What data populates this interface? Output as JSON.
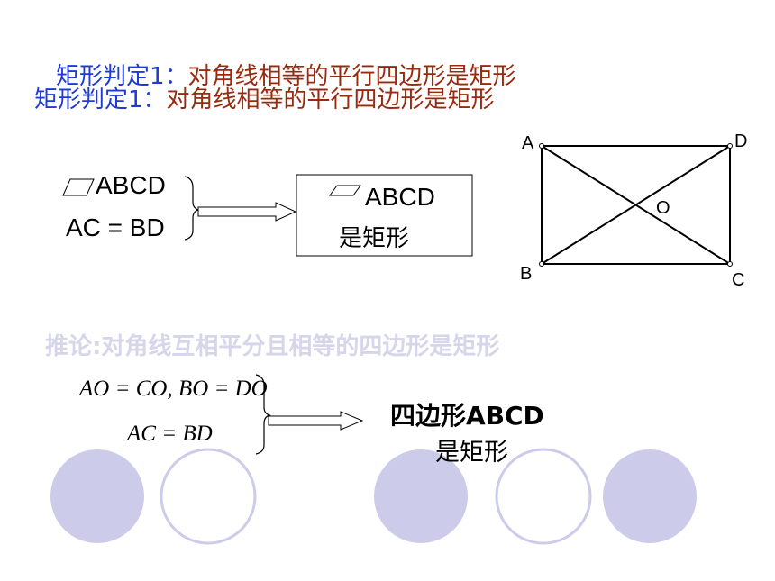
{
  "theorem": {
    "label": "矩形判定1：",
    "text": "对角线相等的平行四边形是矩形"
  },
  "condition": {
    "line1": "ABCD",
    "line2": "AC = BD"
  },
  "conclusion": {
    "line1": "ABCD",
    "line2": "是矩形"
  },
  "figure": {
    "vertex_a": "A",
    "vertex_b": "B",
    "vertex_c": "C",
    "vertex_d": "D",
    "center_o": "O"
  },
  "corollary": {
    "text": "推论:对角线互相平分且相等的四边形是矩形",
    "eq1": "AO = CO, BO = DO",
    "eq2": "AC = BD",
    "result_line1": "四边形ABCD",
    "result_line2": "是矩形"
  },
  "colors": {
    "label_blue": "#1f3bd6",
    "text_brown": "#9a2a0e",
    "faded": "#d6d6ea",
    "circle_fill": "#ccccea"
  }
}
